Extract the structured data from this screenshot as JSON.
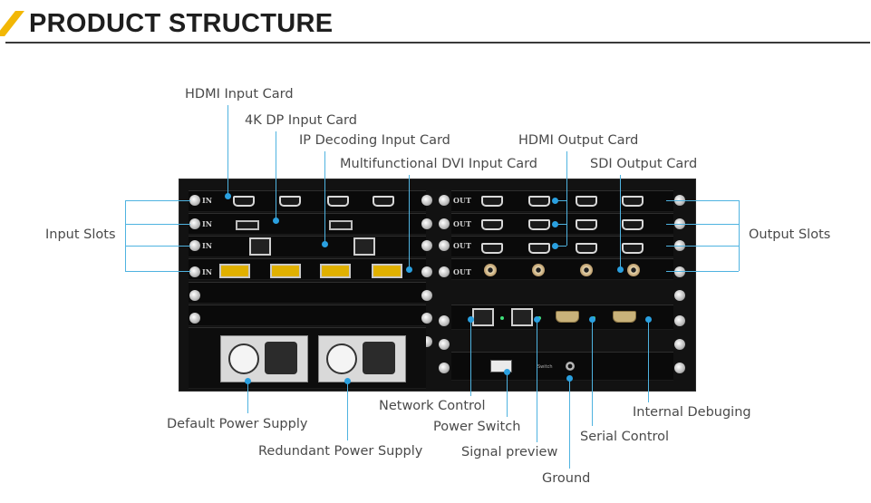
{
  "header": {
    "title": "PRODUCT STRUCTURE",
    "accent_color": "#f2b705"
  },
  "colors": {
    "callout_line": "#4fb3e0",
    "callout_dot": "#2aa0e0",
    "label_text": "#4a4a4a",
    "chassis": "#121212"
  },
  "callouts": {
    "top": [
      {
        "id": "hdmi-input-card",
        "label": "HDMI Input Card"
      },
      {
        "id": "dp-input-card",
        "label": "4K DP Input Card"
      },
      {
        "id": "ip-decoding-input-card",
        "label": "IP Decoding Input Card"
      },
      {
        "id": "dvi-input-card",
        "label": "Multifunctional DVI Input Card"
      },
      {
        "id": "hdmi-output-card",
        "label": "HDMI Output Card"
      },
      {
        "id": "sdi-output-card",
        "label": "SDI Output Card"
      }
    ],
    "left": {
      "id": "input-slots",
      "label": "Input Slots"
    },
    "right": {
      "id": "output-slots",
      "label": "Output Slots"
    },
    "bottom": [
      {
        "id": "default-power-supply",
        "label": "Default Power Supply"
      },
      {
        "id": "redundant-power-supply",
        "label": "Redundant Power Supply"
      },
      {
        "id": "network-control",
        "label": "Network Control"
      },
      {
        "id": "power-switch",
        "label": "Power Switch"
      },
      {
        "id": "signal-preview",
        "label": "Signal preview"
      },
      {
        "id": "ground",
        "label": "Ground"
      },
      {
        "id": "serial-control",
        "label": "Serial Control"
      },
      {
        "id": "internal-debuging",
        "label": "Internal Debuging"
      }
    ]
  },
  "device": {
    "input_slot_tag": "IN",
    "output_slot_tag": "OUT",
    "input_slots": [
      {
        "card": "HDMI",
        "ports": [
          "HDMI",
          "HDMI",
          "HDMI",
          "HDMI"
        ]
      },
      {
        "card": "DP",
        "ports": [
          "DP",
          "DP"
        ]
      },
      {
        "card": "IP",
        "ports": [
          "LAN",
          "LAN"
        ]
      },
      {
        "card": "DVI",
        "ports": [
          "DVI-I",
          "DVI-I",
          "DVI-I",
          "DVI-I"
        ]
      }
    ],
    "output_slots": [
      {
        "card": "HDMI",
        "ports": [
          "HDMI",
          "HDMI",
          "HDMI",
          "HDMI"
        ]
      },
      {
        "card": "HDMI",
        "ports": [
          "HDMI",
          "HDMI",
          "HDMI",
          "HDMI"
        ]
      },
      {
        "card": "HDMI",
        "ports": [
          "HDMI",
          "HDMI",
          "HDMI",
          "HDMI"
        ]
      },
      {
        "card": "SDI",
        "ports": [
          "SDI",
          "SDI",
          "SDI",
          "SDI"
        ]
      }
    ],
    "control_panel": {
      "switch_label": "Switch"
    }
  }
}
